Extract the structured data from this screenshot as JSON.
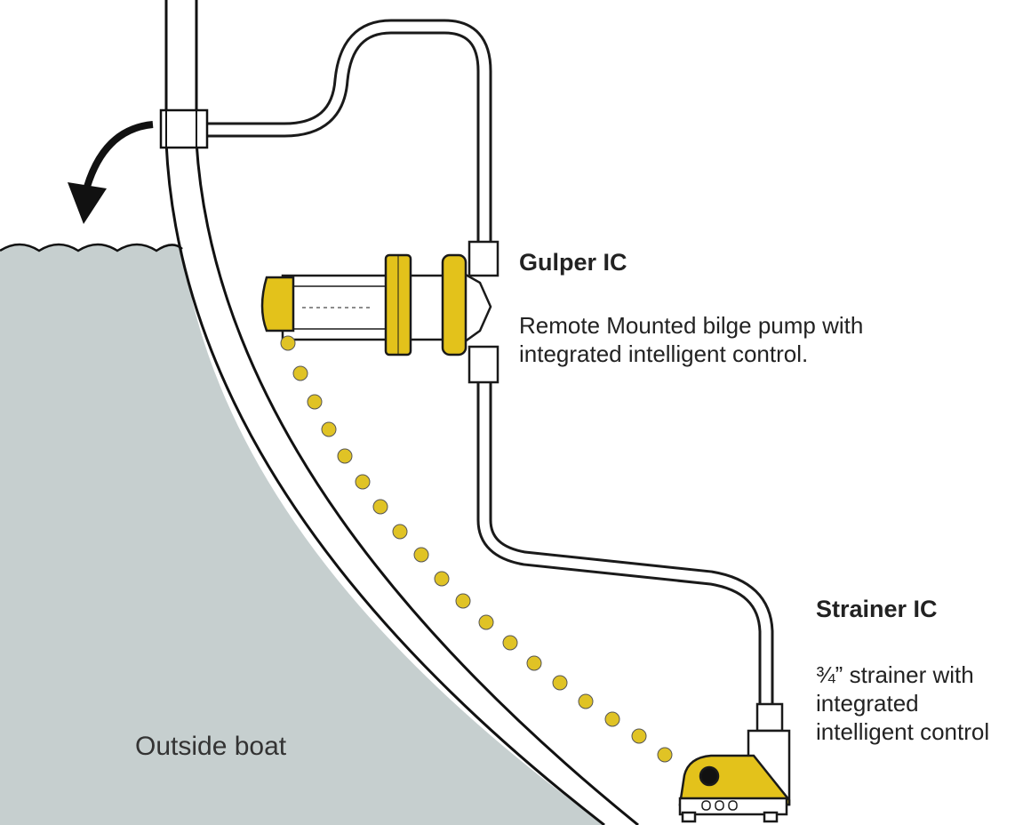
{
  "colors": {
    "water": "#c6cfcf",
    "hull_outline": "#111111",
    "component_yellow": "#e3c21b",
    "dot_yellow": "#e0c325",
    "hose_outline": "#1a1a1a",
    "text": "#222222"
  },
  "labels": {
    "gulper": {
      "title": "Gulper IC",
      "description_line1": "Remote Mounted bilge pump with",
      "description_line2": "integrated intelligent control."
    },
    "strainer": {
      "title": "Strainer IC",
      "description_line1": "¾” strainer with",
      "description_line2": "integrated",
      "description_line3": "intelligent control"
    },
    "outside": "Outside boat"
  },
  "icons": {
    "discharge_arrow": "curved-arrow-down-icon"
  }
}
